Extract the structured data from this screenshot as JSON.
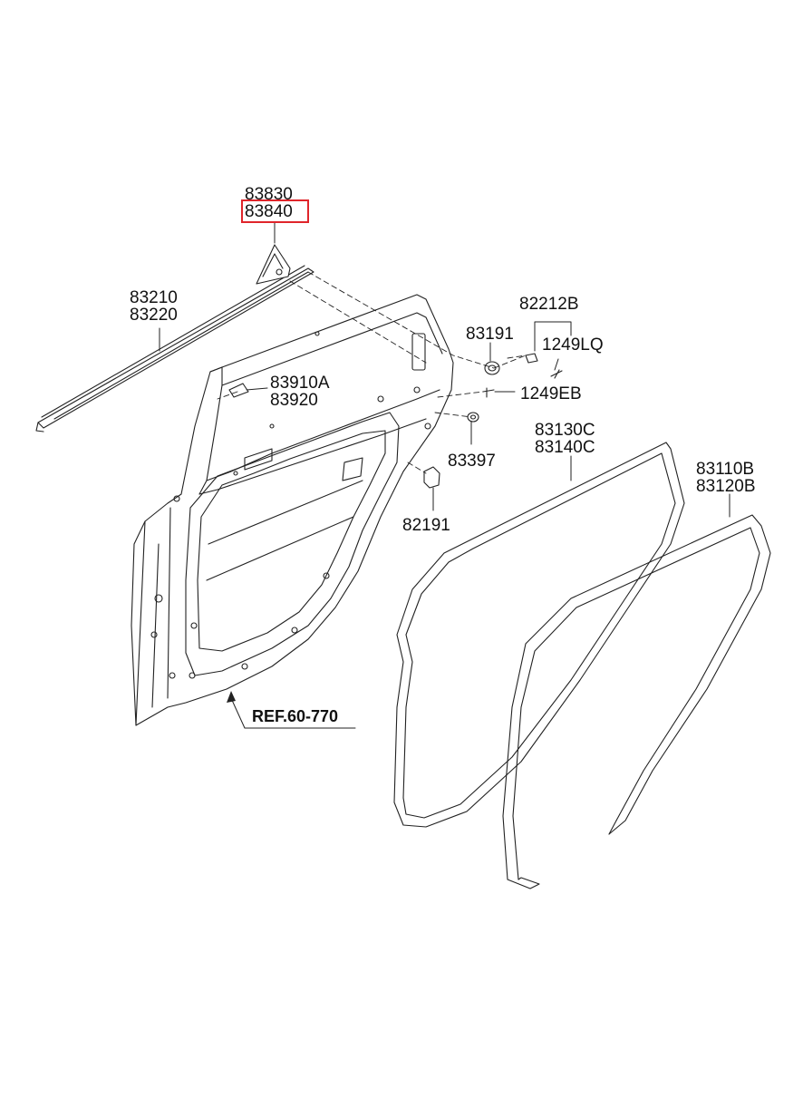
{
  "parts": {
    "triangle_trim": [
      "83830",
      "83840"
    ],
    "belt_moulding": [
      "83210",
      "83220"
    ],
    "hinge_cover": [
      "83910A",
      "83920"
    ],
    "check_bracket": "82212B",
    "plug": "83191",
    "screw_a": "1249LQ",
    "screw_b": "1249EB",
    "grommet": "83397",
    "bumper": "82191",
    "door_seal_inner": [
      "83130C",
      "83140C"
    ],
    "door_seal_outer": [
      "83110B",
      "83120B"
    ]
  },
  "reference": "REF.60-770",
  "highlighted_part": "83840",
  "highlight_color": "#e0252b"
}
